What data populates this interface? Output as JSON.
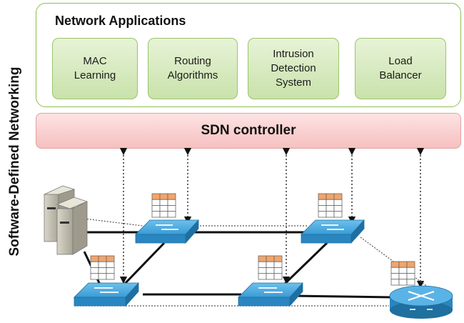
{
  "side_label": "Software-Defined Networking",
  "apps_panel": {
    "title": "Network Applications",
    "apps": [
      {
        "lines": [
          "MAC",
          "Learning"
        ]
      },
      {
        "lines": [
          "Routing",
          "Algorithms"
        ]
      },
      {
        "lines": [
          "Intrusion",
          "Detection",
          "System"
        ]
      },
      {
        "lines": [
          "Load",
          "Balancer"
        ]
      }
    ]
  },
  "controller": {
    "label": "SDN controller"
  },
  "colors": {
    "apps_border": "#8cbf52",
    "apps_fill": "#d8ebc1",
    "controller_fill": "#f9cfcf",
    "switch_blue": "#3a9bd6",
    "flow_table_header": "#f2a56b"
  },
  "network": {
    "devices": [
      "server",
      "server",
      "switch",
      "switch",
      "switch",
      "switch",
      "router"
    ],
    "icons": [
      "server-icon",
      "switch-icon",
      "router-icon",
      "flow-table-icon"
    ]
  }
}
